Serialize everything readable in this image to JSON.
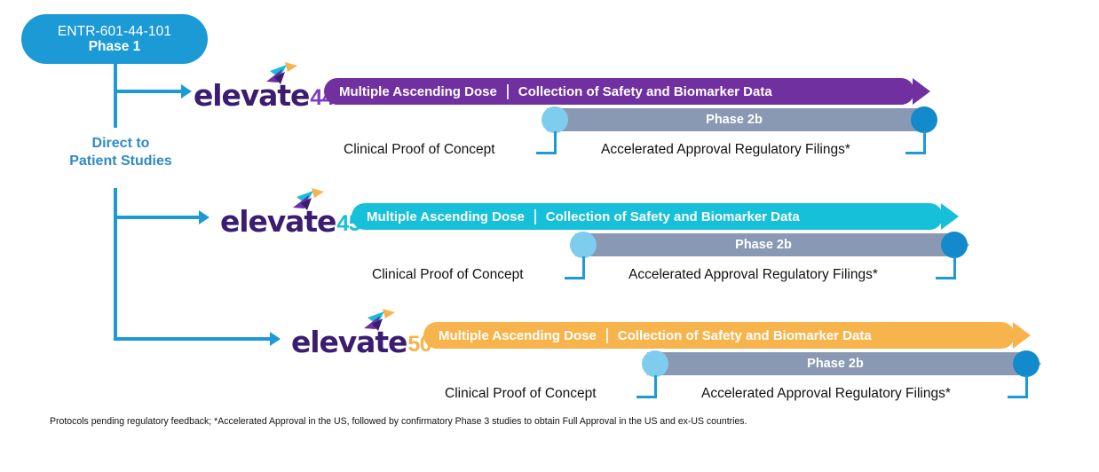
{
  "diagram": {
    "title_box": {
      "line1": "ENTR-601-44-101",
      "line2": "Phase 1",
      "color": "#1C9AD6"
    },
    "branch_label": {
      "line1": "Direct to",
      "line2": "Patient Studies",
      "color": "#2E8BC4"
    },
    "labels": {
      "multiple_ascending_dose": "Multiple Ascending Dose",
      "collection_of_data": "Collection of Safety and Biomarker Data",
      "phase2b": "Phase 2b",
      "clinical_proof": "Clinical Proof of Concept",
      "accelerated_approval": "Accelerated Approval Regulatory Filings*"
    },
    "programs": [
      {
        "logo_word": "elevate",
        "logo_number": "44",
        "number_color": "#7E3CC0",
        "bar_color": "#7030A0",
        "seg1": "Multiple Ascending Dose",
        "seg2": "Collection of Safety and Biomarker Data",
        "phase2b": "Phase 2b",
        "left_callout": "Clinical Proof of Concept",
        "right_callout": "Accelerated Approval Regulatory Filings*"
      },
      {
        "logo_word": "elevate",
        "logo_number": "45",
        "number_color": "#16C0D9",
        "bar_color": "#16C0D9",
        "seg1": "Multiple Ascending Dose",
        "seg2": "Collection of Safety and Biomarker Data",
        "phase2b": "Phase 2b",
        "left_callout": "Clinical Proof of Concept",
        "right_callout": "Accelerated Approval Regulatory Filings*"
      },
      {
        "logo_word": "elevate",
        "logo_number": "50",
        "number_color": "#F8B44C",
        "bar_color": "#F8B44C",
        "seg1": "Multiple Ascending Dose",
        "seg2": "Collection of Safety and Biomarker Data",
        "phase2b": "Phase 2b",
        "left_callout": "Clinical Proof of Concept",
        "right_callout": "Accelerated Approval Regulatory Filings*"
      }
    ],
    "footnote": "Protocols pending regulatory feedback; *Accelerated Approval in the US, followed by confirmatory Phase 3 studies to obtain Full Approval in the US and ex-US countries.",
    "palette": {
      "blue": "#1C9AD6",
      "grey_bar": "#8A99B3",
      "dot_light": "#7FCDEE",
      "dot_dark": "#128ACB",
      "logo_word": "#3B1C6E"
    }
  }
}
